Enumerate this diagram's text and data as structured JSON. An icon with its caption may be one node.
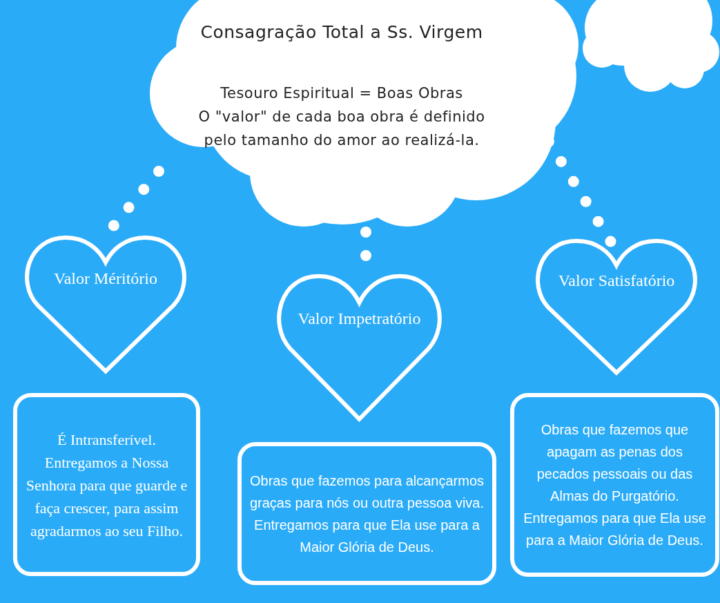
{
  "diagram": {
    "nodes": [
      {
        "text": [
          "Consagração Total a Ss. Virgem",
          "Tesouro Espiritual = Boas Obras",
          "O \"valor\" de cada boa obra é definido pelo tamanho do amor ao realizá-la."
        ]
      },
      {
        "text": [],
        "shape": "cloud"
      },
      {
        "text": [
          "Valor Méritório"
        ]
      },
      {
        "text": [
          "Valor Impetratório"
        ]
      },
      {
        "text": [
          "Valor Satisfatório"
        ]
      },
      {
        "text": [
          "É Intransferível. Entregamos a Nossa Senhora para que guarde e faça crescer, para assim agradarmos ao seu Filho."
        ]
      },
      {
        "text": [
          "Obras que fazemos para alcançarmos graças para nós ou outra pessoa viva. Entregamos para que Ela use para a Maior Glória de Deus."
        ]
      },
      {
        "text": [
          "Obras que fazemos que apagam as penas dos pecados pessoais ou das Almas do Purgatório. Entregamos para que Ela use para a Maior Glória de Deus."
        ]
      }
    ],
    "edges": [
      {
        "from": 0,
        "to": 2,
        "arrow": "none",
        "style": "dashed"
      },
      {
        "from": 0,
        "to": 3,
        "arrow": "none",
        "style": "dashed"
      },
      {
        "from": 0,
        "to": 4,
        "arrow": "none",
        "style": "dashed"
      }
    ]
  }
}
